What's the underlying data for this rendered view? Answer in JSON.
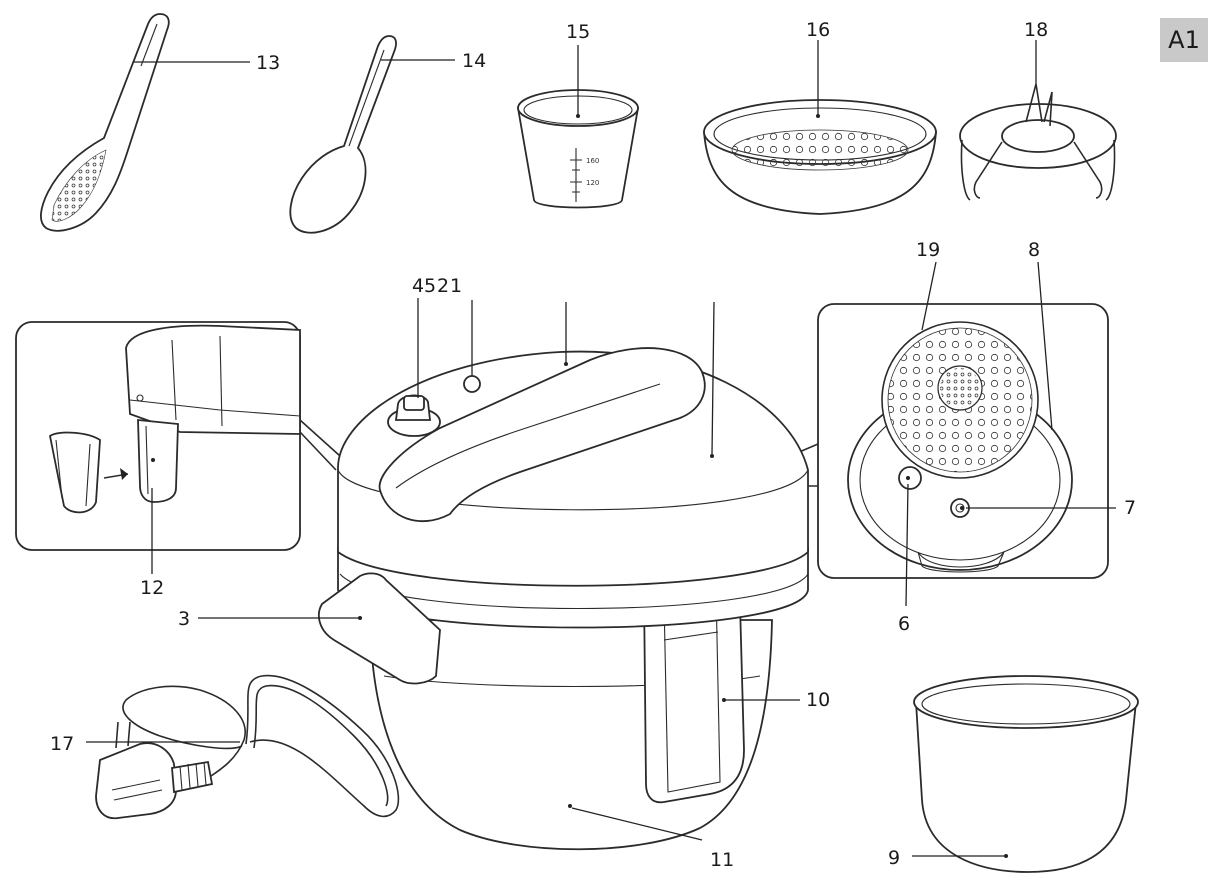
{
  "corner_tag": "A1",
  "callouts": {
    "c1": "1",
    "c2": "2",
    "c3": "3",
    "c4": "4",
    "c5": "5",
    "c6": "6",
    "c7": "7",
    "c8": "8",
    "c9": "9",
    "c10": "10",
    "c11": "11",
    "c12": "12",
    "c13": "13",
    "c14": "14",
    "c15": "15",
    "c16": "16",
    "c17": "17",
    "c18": "18",
    "c19": "19"
  },
  "measuring_cup": {
    "mark_upper": "160",
    "mark_lower": "120"
  }
}
